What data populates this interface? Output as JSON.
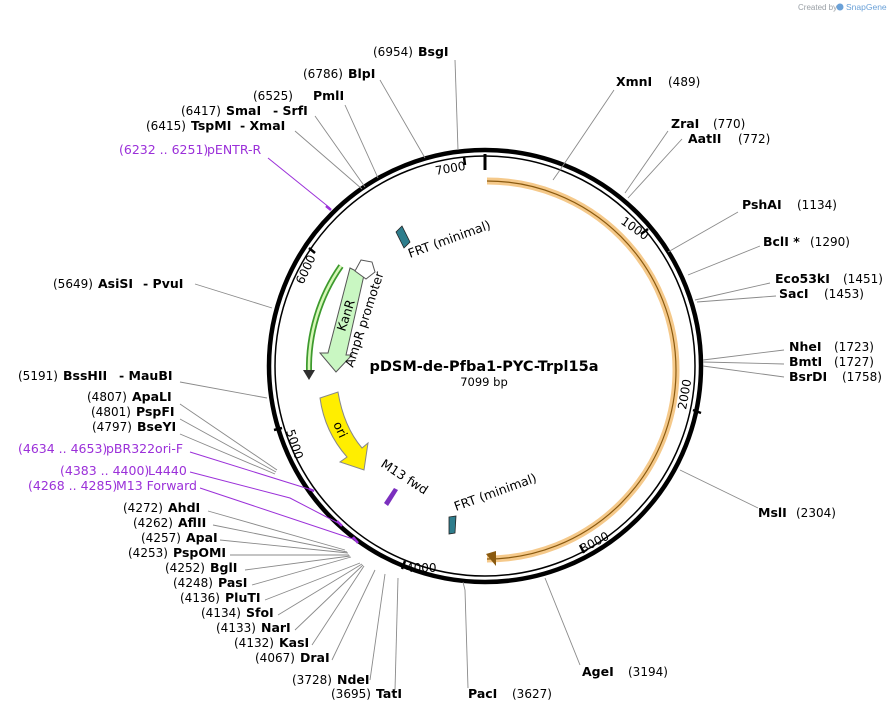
{
  "credit": {
    "prefix": "Created by",
    "brand": "SnapGene"
  },
  "plasmid": {
    "name": "pDSM-de-Pfba1-PYC-Trpl15a",
    "size_label": "7099 bp"
  },
  "ticks": [
    "1000",
    "2000",
    "3000",
    "4000",
    "5000",
    "6000",
    "7000"
  ],
  "sites_right": [
    {
      "name": "XmnI",
      "pos": "(489)"
    },
    {
      "name": "ZraI",
      "pos": "(770)"
    },
    {
      "name": "AatII",
      "pos": "(772)"
    },
    {
      "name": "PshAI",
      "pos": "(1134)"
    },
    {
      "name": "BclI *",
      "pos": "(1290)"
    },
    {
      "name": "Eco53kI",
      "pos": "(1451)"
    },
    {
      "name": "SacI",
      "pos": "(1453)"
    },
    {
      "name": "NheI",
      "pos": "(1723)"
    },
    {
      "name": "BmtI",
      "pos": "(1727)"
    },
    {
      "name": "BsrDI",
      "pos": "(1758)"
    },
    {
      "name": "MslI",
      "pos": "(2304)"
    },
    {
      "name": "AgeI",
      "pos": "(3194)"
    },
    {
      "name": "PacI",
      "pos": "(3627)"
    }
  ],
  "sites_left": [
    {
      "name": "BsgI",
      "pos": "(6954)"
    },
    {
      "name": "BlpI",
      "pos": "(6786)"
    },
    {
      "name": "PmlI",
      "pos": "(6525)"
    },
    {
      "name": "SmaI",
      "pos": "(6417)",
      "name2": "- SrfI"
    },
    {
      "name": "TspMI",
      "pos": "(6415)",
      "name2": "- XmaI"
    },
    {
      "name": "AsiSI",
      "pos": "(5649)",
      "name2": "- PvuI"
    },
    {
      "name": "BssHII",
      "pos": "(5191)",
      "name2": "- MauBI"
    },
    {
      "name": "ApaLI",
      "pos": "(4807)"
    },
    {
      "name": "PspFI",
      "pos": "(4801)"
    },
    {
      "name": "BseYI",
      "pos": "(4797)"
    },
    {
      "name": "AhdI",
      "pos": "(4272)"
    },
    {
      "name": "AflII",
      "pos": "(4262)"
    },
    {
      "name": "ApaI",
      "pos": "(4257)"
    },
    {
      "name": "PspOMI",
      "pos": "(4253)"
    },
    {
      "name": "BglI",
      "pos": "(4252)"
    },
    {
      "name": "PasI",
      "pos": "(4248)"
    },
    {
      "name": "PluTI",
      "pos": "(4136)"
    },
    {
      "name": "SfoI",
      "pos": "(4134)"
    },
    {
      "name": "NarI",
      "pos": "(4133)"
    },
    {
      "name": "KasI",
      "pos": "(4132)"
    },
    {
      "name": "DraI",
      "pos": "(4067)"
    },
    {
      "name": "NdeI",
      "pos": "(3728)"
    },
    {
      "name": "TatI",
      "pos": "(3695)"
    }
  ],
  "primers": [
    {
      "range": "(6232 .. 6251)",
      "name": "pENTR-R"
    },
    {
      "range": "(4634 .. 4653)",
      "name": "pBR322ori-F"
    },
    {
      "range": "(4383 .. 4400)",
      "name": "L4440"
    },
    {
      "range": "(4268 .. 4285)",
      "name": "M13 Forward"
    }
  ],
  "features": [
    {
      "name": "FRT (minimal)",
      "color": "#2e7d8c"
    },
    {
      "name": "FRT (minimal)",
      "color": "#2e7d8c"
    },
    {
      "name": "KanR",
      "color": "#b8f5b0"
    },
    {
      "name": "AmpR promoter",
      "color": "#ffffff"
    },
    {
      "name": "ori",
      "color": "#ffee00"
    },
    {
      "name": "M13 fwd",
      "color": "#7b2fbe"
    }
  ],
  "colors": {
    "primer": "#9b30d9",
    "orf_highlight": "#f5c98a",
    "backbone": "#000000"
  }
}
